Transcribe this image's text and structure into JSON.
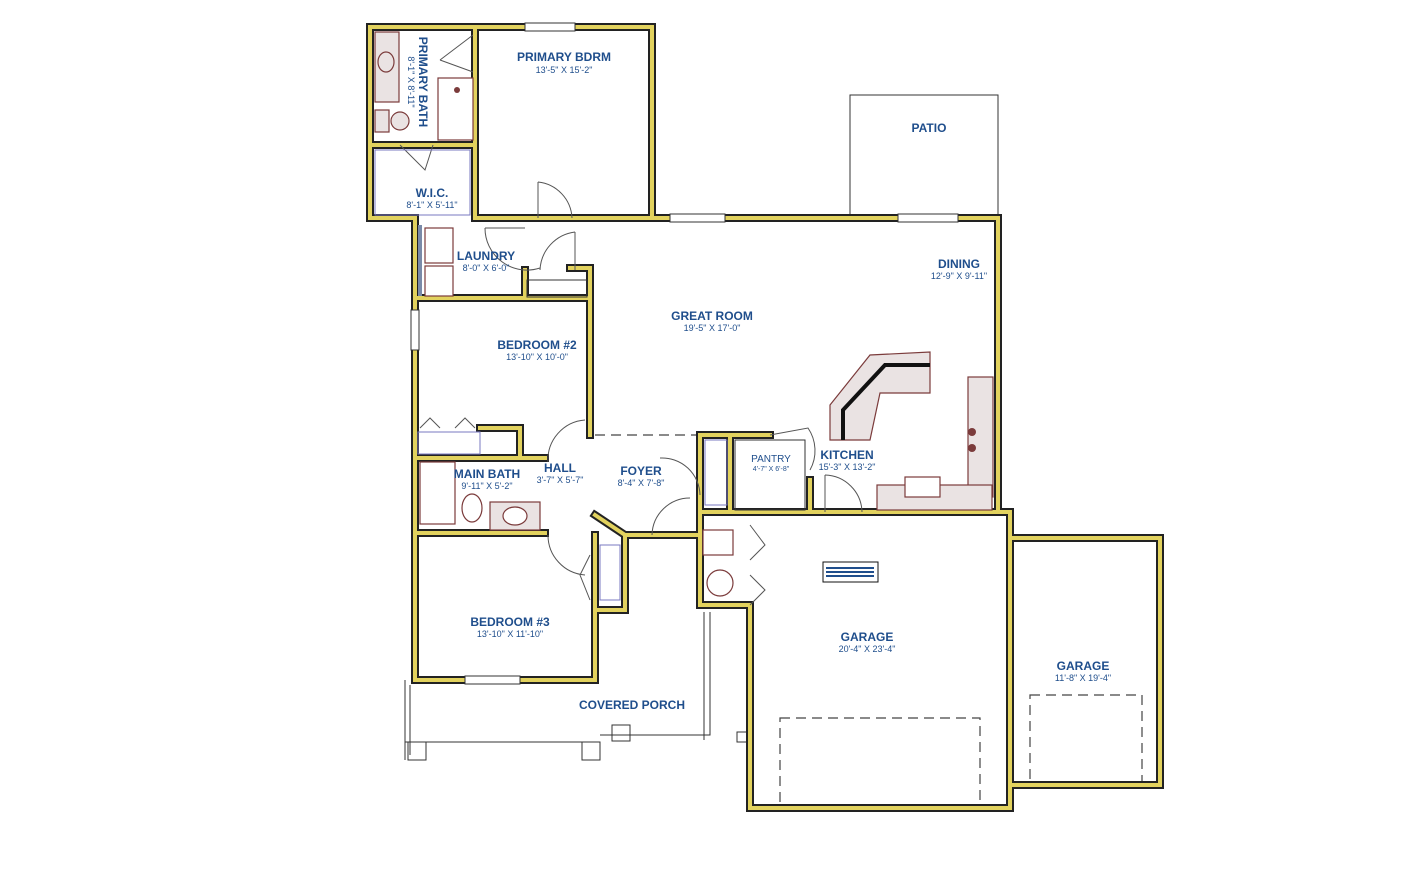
{
  "rooms": {
    "primary_bdrm": {
      "name": "PRIMARY BDRM",
      "dims": "13'-5\" X 15'-2\""
    },
    "primary_bath": {
      "name": "PRIMARY BATH",
      "dims": "8'-1\" X 8'-11\""
    },
    "wic": {
      "name": "W.I.C.",
      "dims": "8'-1\" X 5'-11\""
    },
    "patio": {
      "name": "PATIO"
    },
    "laundry": {
      "name": "LAUNDRY",
      "dims": "8'-0\" X 6'-0\""
    },
    "dining": {
      "name": "DINING",
      "dims": "12'-9\" X 9'-11\""
    },
    "great_room": {
      "name": "GREAT ROOM",
      "dims": "19'-5\" X 17'-0\""
    },
    "bedroom2": {
      "name": "BEDROOM #2",
      "dims": "13'-10\" X 10'-0\""
    },
    "main_bath": {
      "name": "MAIN BATH",
      "dims": "9'-11\" X 5'-2\""
    },
    "hall": {
      "name": "HALL",
      "dims": "3'-7\" X 5'-7\""
    },
    "foyer": {
      "name": "FOYER",
      "dims": "8'-4\" X 7'-8\""
    },
    "pantry": {
      "name": "PANTRY",
      "dims": "4'-7\" X 6'-8\""
    },
    "kitchen": {
      "name": "KITCHEN",
      "dims": "15'-3\" X 13'-2\""
    },
    "bedroom3": {
      "name": "BEDROOM #3",
      "dims": "13'-10\" X 11'-10\""
    },
    "garage_main": {
      "name": "GARAGE",
      "dims": "20'-4\" X 23'-4\""
    },
    "garage_side": {
      "name": "GARAGE",
      "dims": "11'-8\" X 19'-4\""
    },
    "covered_porch": {
      "name": "COVERED PORCH"
    }
  },
  "colors": {
    "wall": "#e2d25e",
    "label": "#1f4e8c",
    "fixture": "#7b3b3b"
  }
}
